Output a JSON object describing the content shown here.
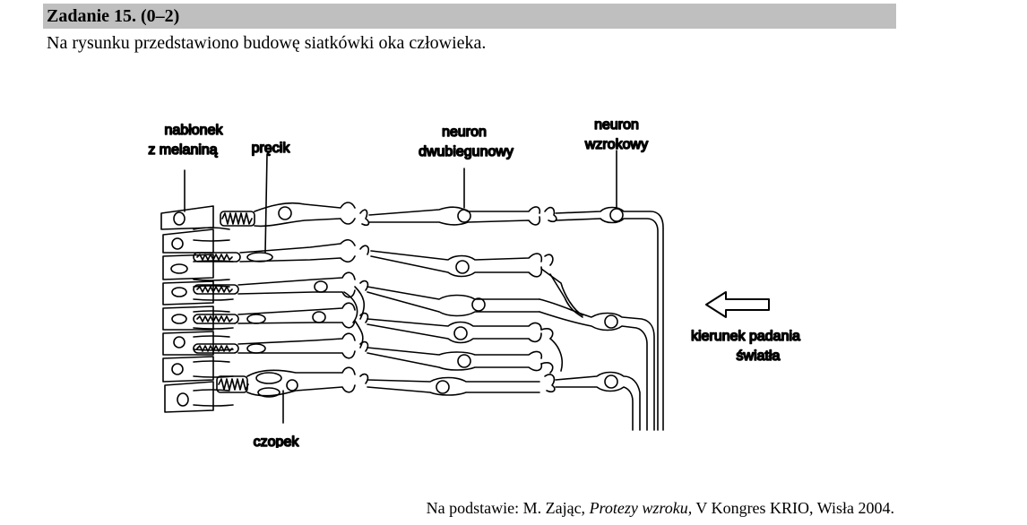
{
  "task": {
    "title": "Zadanie 15. (0–2)",
    "intro": "Na rysunku przedstawiono budowę siatkówki oka człowieka."
  },
  "diagram": {
    "labels": {
      "epithelium_line1": "nabłonek",
      "epithelium_line2": "z melaniną",
      "rod": "pręcik",
      "bipolar_line1": "neuron",
      "bipolar_line2": "dwubiegunowy",
      "optic_line1": "neuron",
      "optic_line2": "wzrokowy",
      "cone": "czopek",
      "light_line1": "kierunek padania",
      "light_line2": "światła"
    },
    "icons": [
      "arrow-left-icon"
    ]
  },
  "source": {
    "prefix": "Na podstawie: M. Zając, ",
    "title": "Protezy wzroku,",
    "suffix": " V Kongres KRIO, Wisła 2004."
  }
}
